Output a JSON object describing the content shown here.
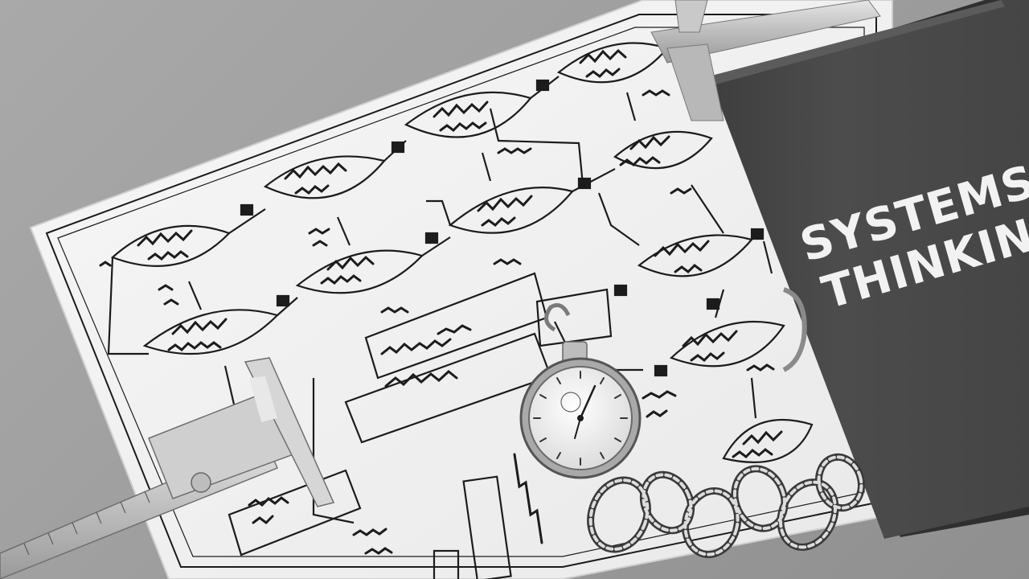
{
  "book": {
    "title_line1": "SYSTEMS",
    "title_line2": "THINKING"
  },
  "colors": {
    "background": "#9c9c9c",
    "paper": "#f4f4f4",
    "ink": "#1c1c1c",
    "book_cover": "#4a4a4a",
    "book_text": "#f2f2f2",
    "metal": "#c8c8c8"
  },
  "objects": [
    "flowchart-sheet",
    "systems-thinking-book",
    "vernier-caliper",
    "pocket-stopwatch",
    "metal-chain"
  ]
}
